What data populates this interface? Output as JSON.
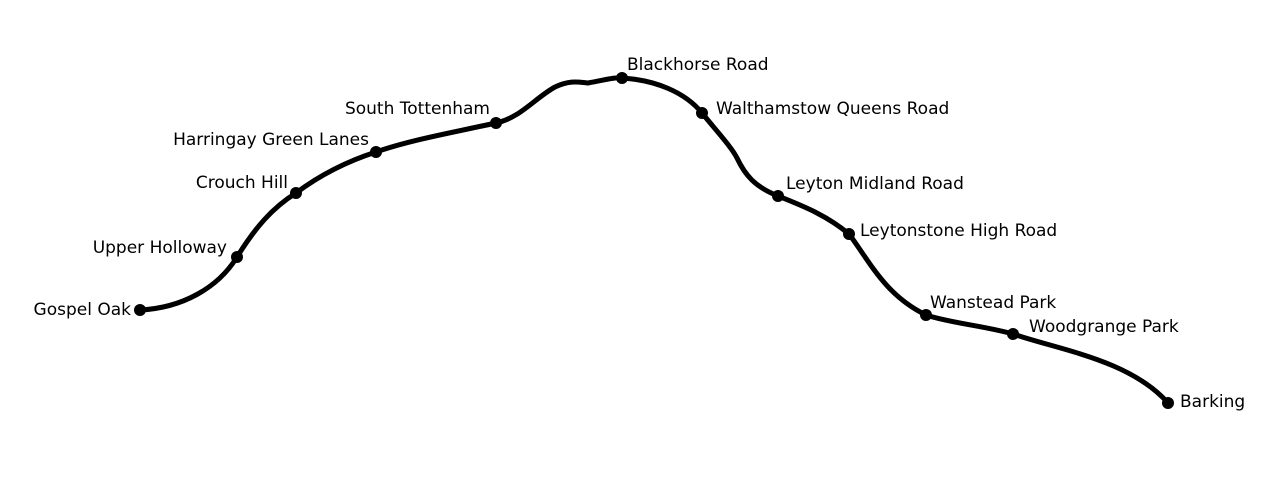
{
  "colors": {
    "line": "#000000",
    "station": "#000000",
    "label": "#000000",
    "background": "#ffffff"
  },
  "stations": [
    {
      "id": "gospel-oak",
      "name": "Gospel Oak"
    },
    {
      "id": "upper-holloway",
      "name": "Upper Holloway"
    },
    {
      "id": "crouch-hill",
      "name": "Crouch Hill"
    },
    {
      "id": "harringay-green-lanes",
      "name": "Harringay Green Lanes"
    },
    {
      "id": "south-tottenham",
      "name": "South Tottenham"
    },
    {
      "id": "blackhorse-road",
      "name": "Blackhorse Road"
    },
    {
      "id": "walthamstow-queens-road",
      "name": "Walthamstow Queens Road"
    },
    {
      "id": "leyton-midland-road",
      "name": "Leyton Midland Road"
    },
    {
      "id": "leytonstone-high-road",
      "name": "Leytonstone High Road"
    },
    {
      "id": "wanstead-park",
      "name": "Wanstead Park"
    },
    {
      "id": "woodgrange-park",
      "name": "Woodgrange Park"
    },
    {
      "id": "barking",
      "name": "Barking"
    }
  ]
}
